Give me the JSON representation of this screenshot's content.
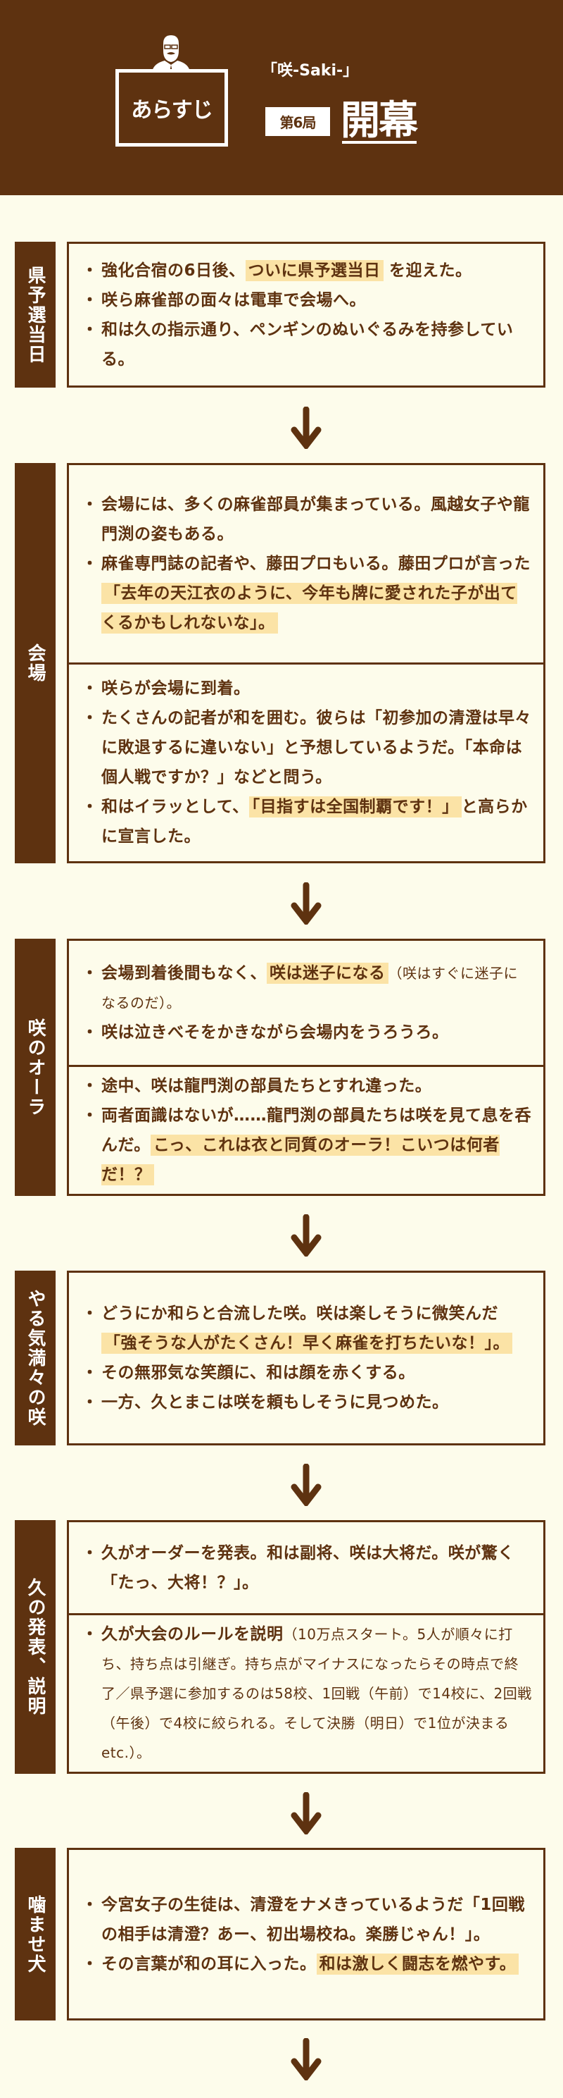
{
  "header": {
    "sign_label": "あらすじ",
    "subtitle": "「咲-Saki-」",
    "episode_badge": "第6局",
    "episode_title": "開幕",
    "icon": "presenter-person-icon",
    "colors": {
      "brand_brown": "#5E3210",
      "background": "#FDFCEB",
      "highlight": "#FBE3A6"
    }
  },
  "sections": [
    {
      "label": "県予選当日",
      "subs": [
        {
          "items": [
            {
              "parts": [
                {
                  "t": "強化合宿の6日後、"
                },
                {
                  "t": "ついに県予選当日",
                  "hl": true
                },
                {
                  "t": " を迎えた。"
                }
              ]
            },
            {
              "parts": [
                {
                  "t": "咲ら麻雀部の面々は電車で会場へ。"
                }
              ]
            },
            {
              "parts": [
                {
                  "t": "和は久の指示通り、ペンギンのぬいぐるみを持参している。"
                }
              ]
            }
          ]
        }
      ]
    },
    {
      "label": "会場",
      "subs": [
        {
          "items": [
            {
              "parts": [
                {
                  "t": "会場には、多くの麻雀部員が集まっている。風越女子や龍門渕の姿もある。"
                }
              ]
            },
            {
              "parts": [
                {
                  "t": "麻雀専門誌の記者や、藤田プロもいる。藤田プロが言った"
                },
                {
                  "t": "「去年の天江衣のように、今年も牌に愛された子が出てくるかもしれないな」。",
                  "hl": true
                }
              ]
            }
          ]
        },
        {
          "items": [
            {
              "parts": [
                {
                  "t": "咲らが会場に到着。"
                }
              ]
            },
            {
              "parts": [
                {
                  "t": "たくさんの記者が和を囲む。彼らは「初参加の清澄は早々に敗退するに違いない」と予想しているようだ。「本命は個人戦ですか？」などと問う。"
                }
              ]
            },
            {
              "parts": [
                {
                  "t": "和はイラッとして、"
                },
                {
                  "t": "「目指すは全国制覇です！」",
                  "hl": true
                },
                {
                  "t": "と高らかに宣言した。"
                }
              ]
            }
          ]
        }
      ]
    },
    {
      "label": "咲のオーラ",
      "subs": [
        {
          "items": [
            {
              "parts": [
                {
                  "t": "会場到着後間もなく、"
                },
                {
                  "t": "咲は迷子になる",
                  "hl": true
                },
                {
                  "t": "（咲はすぐに迷子になるのだ）。",
                  "small": true
                }
              ]
            },
            {
              "parts": [
                {
                  "t": "咲は泣きべそをかきながら会場内をうろうろ。"
                }
              ]
            }
          ]
        },
        {
          "items": [
            {
              "parts": [
                {
                  "t": "途中、咲は龍門渕の部員たちとすれ違った。"
                }
              ]
            },
            {
              "parts": [
                {
                  "t": "両者面識はないが……龍門渕の部員たちは咲を見て息を呑んだ。"
                },
                {
                  "t": "こっ、これは衣と同質のオーラ！こいつは何者だ！？",
                  "hl": true
                }
              ]
            }
          ]
        }
      ]
    },
    {
      "label": "やる気満々の咲",
      "subs": [
        {
          "items": [
            {
              "parts": [
                {
                  "t": "どうにか和らと合流した咲。咲は楽しそうに微笑んだ"
                },
                {
                  "t": "「強そうな人がたくさん！早く麻雀を打ちたいな！」。",
                  "hl": true
                }
              ]
            },
            {
              "parts": [
                {
                  "t": "その無邪気な笑顔に、和は顔を赤くする。"
                }
              ]
            },
            {
              "parts": [
                {
                  "t": "一方、久とまこは咲を頼もしそうに見つめた。"
                }
              ]
            }
          ]
        }
      ]
    },
    {
      "label": "久の発表、説明",
      "subs": [
        {
          "items": [
            {
              "parts": [
                {
                  "t": "久がオーダーを発表。和は副将、咲は大将だ。咲が驚く「たっ、大将！？」。"
                }
              ]
            }
          ]
        },
        {
          "items": [
            {
              "parts": [
                {
                  "t": "久が大会のルールを説明"
                },
                {
                  "t": "（10万点スタート。5人が順々に打ち、持ち点は引継ぎ。持ち点がマイナスになったらその時点で終了／県予選に参加するのは58校、1回戦（午前）で14校に、2回戦（午後）で4校に絞られる。そして決勝（明日）で1位が決まる etc.）。",
                  "small": true
                }
              ]
            }
          ]
        }
      ]
    },
    {
      "label": "噛ませ犬",
      "subs": [
        {
          "items": [
            {
              "parts": [
                {
                  "t": "今宮女子の生徒は、清澄をナメきっているようだ「1回戦の相手は清澄？あー、初出場校ね。楽勝じゃん！」。"
                }
              ]
            },
            {
              "parts": [
                {
                  "t": "その言葉が和の耳に入った。"
                },
                {
                  "t": "和は激しく闘志を燃やす。",
                  "hl": true
                }
              ]
            }
          ]
        }
      ]
    }
  ],
  "arrows": [
    577,
    1252,
    1723,
    2077,
    2543,
    2892
  ]
}
